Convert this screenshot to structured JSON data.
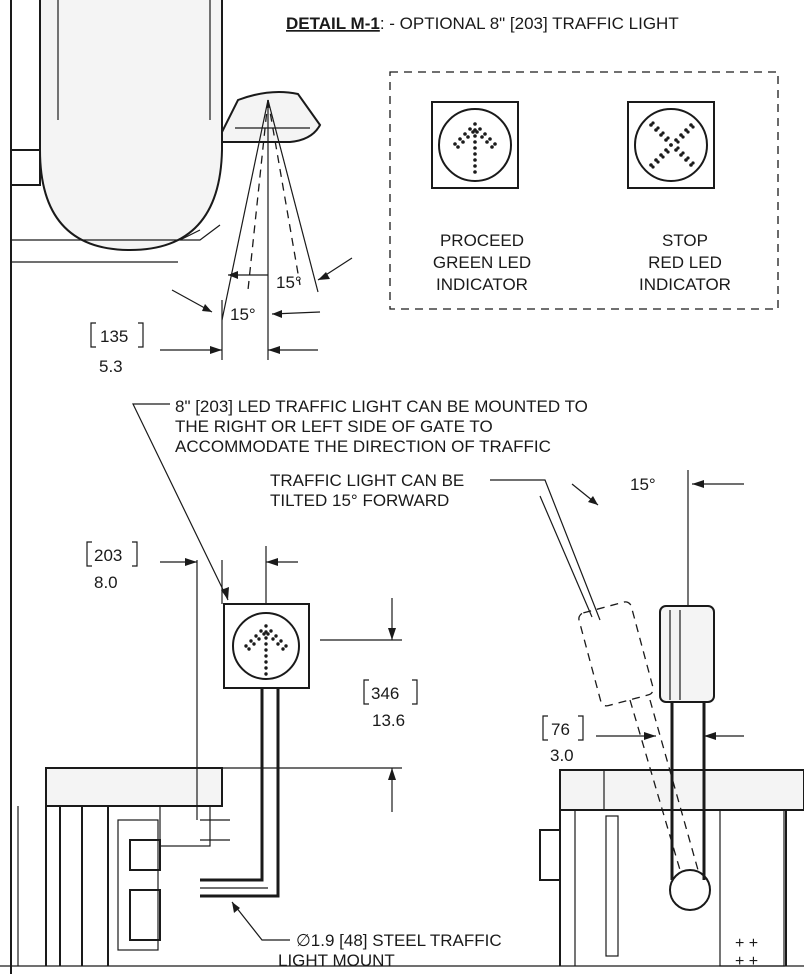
{
  "detail": {
    "label": "DETAIL M-1",
    "suffix": ": - OPTIONAL 8\" [203] TRAFFIC LIGHT"
  },
  "indicators": {
    "proceed": [
      "PROCEED",
      "GREEN LED",
      "INDICATOR"
    ],
    "stop": [
      "STOP",
      "RED LED",
      "INDICATOR"
    ]
  },
  "angles": {
    "top_right": "15°",
    "top_left": "15°",
    "tilt": "15°"
  },
  "dims": {
    "d135": {
      "metric": "135",
      "imperial": "5.3"
    },
    "d203": {
      "metric": "203",
      "imperial": "8.0"
    },
    "d346": {
      "metric": "346",
      "imperial": "13.6"
    },
    "d76": {
      "metric": "76",
      "imperial": "3.0"
    }
  },
  "notes": {
    "mount_note": [
      "8\" [203] LED TRAFFIC LIGHT CAN BE MOUNTED TO",
      "THE RIGHT OR LEFT SIDE OF GATE TO",
      "ACCOMMODATE THE DIRECTION OF TRAFFIC"
    ],
    "tilt_note": [
      "TRAFFIC LIGHT CAN BE",
      "TILTED 15° FORWARD"
    ],
    "pole_note": [
      "∅1.9 [48] STEEL TRAFFIC",
      "LIGHT MOUNT"
    ]
  }
}
